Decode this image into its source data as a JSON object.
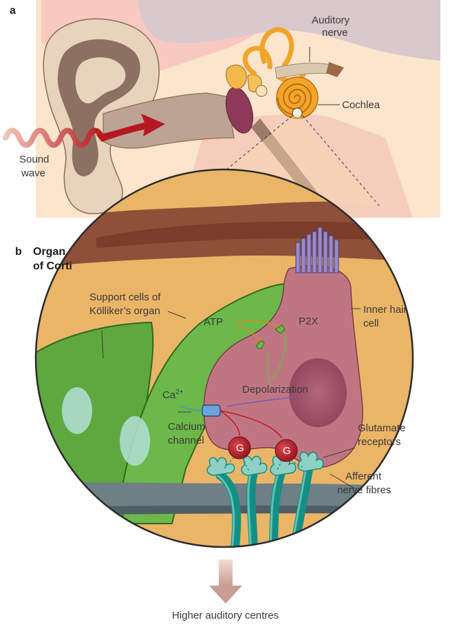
{
  "panel_a": {
    "letter": "a",
    "labels": {
      "auditory_nerve_line1": "Auditory",
      "auditory_nerve_line2": "nerve",
      "cochlea": "Cochlea",
      "sound_wave_line1": "Sound",
      "sound_wave_line2": "wave"
    }
  },
  "panel_b": {
    "letter": "b",
    "title_line1": "Organ",
    "title_line2": "of Corti",
    "labels": {
      "support_cells_line1": "Support cells of",
      "support_cells_line2": "Kölliker’s organ",
      "atp": "ATP",
      "p2x": "P2X",
      "inner_hair_cell_line1": "Inner hair",
      "inner_hair_cell_line2": "cell",
      "depolarization": "Depolarization",
      "calcium_ion": "Ca",
      "calcium_charge": "2+",
      "calcium_channel_line1": "Calcium",
      "calcium_channel_line2": "channel",
      "g_protein_left": "G",
      "g_protein_right": "G",
      "glutamate_receptors_line1": "Glutamate",
      "glutamate_receptors_line2": "receptors",
      "afferent_nerve_line1": "Afferent",
      "afferent_nerve_line2": "nerve fibres",
      "higher_centres": "Higher auditory centres"
    }
  },
  "colors": {
    "background_panel_a": "#fbe5cc",
    "pinna": "#e8d3bd",
    "ear_canal_arrow": "#b5191f",
    "cochlea": "#f4a52a",
    "organ_background": "#eab567",
    "support_cells": "#5fa840",
    "hair_cell": "#c07682",
    "nerve_fibres": "#138f85",
    "membrane_band": "#8e5039"
  }
}
